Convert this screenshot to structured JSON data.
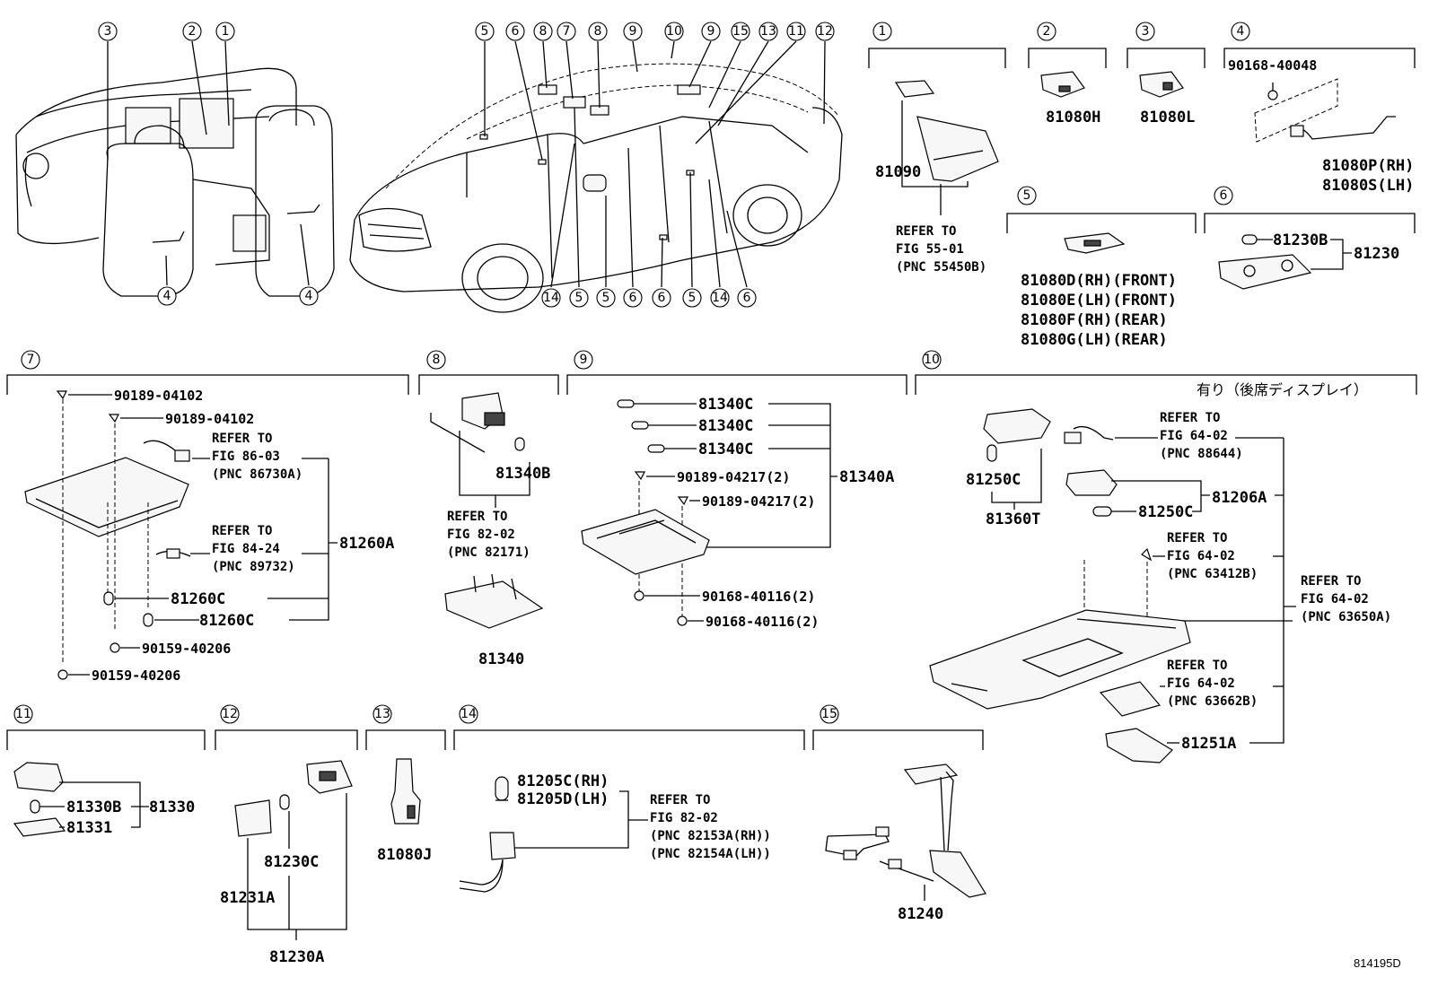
{
  "callouts": [
    "1",
    "2",
    "3",
    "4",
    "5",
    "6",
    "7",
    "8",
    "9",
    "10",
    "11",
    "12",
    "13",
    "14",
    "15"
  ],
  "overview": {
    "interior_labels": [
      "3",
      "2",
      "1",
      "4",
      "4"
    ],
    "car_top_labels": [
      "5",
      "6",
      "8",
      "7",
      "8",
      "9",
      "10",
      "9",
      "15",
      "13",
      "11",
      "12"
    ],
    "car_bottom_labels": [
      "14",
      "5",
      "5",
      "6",
      "6",
      "5",
      "14",
      "6"
    ]
  },
  "sec1": {
    "p1": "81090",
    "ref1": "REFER TO",
    "ref2": "FIG  55-01",
    "ref3": "(PNC 55450B)"
  },
  "sec2": {
    "p1": "81080H"
  },
  "sec3": {
    "p1": "81080L"
  },
  "sec4": {
    "p1": "90168-40048",
    "p2": "81080P(RH)",
    "p3": "81080S(LH)"
  },
  "sec5": {
    "p1": "81080D(RH)(FRONT)",
    "p2": "81080E(LH)(FRONT)",
    "p3": "81080F(RH)(REAR)",
    "p4": "81080G(LH)(REAR)"
  },
  "sec6": {
    "p1": "81230B",
    "p2": "81230"
  },
  "sec7": {
    "p1": "90189-04102",
    "p2": "90189-04102",
    "r1a": "REFER TO",
    "r1b": "FIG  86-03",
    "r1c": "(PNC 86730A)",
    "main": "81260A",
    "r2a": "REFER TO",
    "r2b": "FIG  84-24",
    "r2c": "(PNC 89732)",
    "p3": "81260C",
    "p4": "81260C",
    "p5": "90159-40206",
    "p6": "90159-40206"
  },
  "sec8": {
    "p1": "81340B",
    "ra": "REFER TO",
    "rb": "FIG  82-02",
    "rc": "(PNC 82171)",
    "p2": "81340"
  },
  "sec9": {
    "p1": "81340C",
    "p2": "81340C",
    "p3": "81340C",
    "p4": "90189-04217(2)",
    "main": "81340A",
    "p5": "90189-04217(2)",
    "p6": "90168-40116(2)",
    "p7": "90168-40116(2)"
  },
  "sec10": {
    "note": "有り（後席ディスプレイ）",
    "r1a": "REFER TO",
    "r1b": "FIG  64-02",
    "r1c": "(PNC 88644)",
    "p1": "81250C",
    "p2": "81206A",
    "p3": "81250C",
    "p4": "81360T",
    "r2a": "REFER TO",
    "r2b": "FIG  64-02",
    "r2c": "(PNC 63412B)",
    "r3a": "REFER TO",
    "r3b": "FIG  64-02",
    "r3c": "(PNC 63650A)",
    "r4a": "REFER TO",
    "r4b": "FIG  64-02",
    "r4c": "(PNC 63662B)",
    "p5": "81251A"
  },
  "sec11": {
    "p1": "81330B",
    "p2": "81330",
    "p3": "81331"
  },
  "sec12": {
    "p1": "81230C",
    "p2": "81231A",
    "p3": "81230A"
  },
  "sec13": {
    "p1": "81080J"
  },
  "sec14": {
    "p1": "81205C(RH)",
    "p2": "81205D(LH)",
    "ra": "REFER TO",
    "rb": "FIG  82-02",
    "rc": "(PNC 82153A(RH))",
    "rd": "(PNC 82154A(LH))"
  },
  "sec15": {
    "p1": "81240"
  },
  "code": "814195D"
}
